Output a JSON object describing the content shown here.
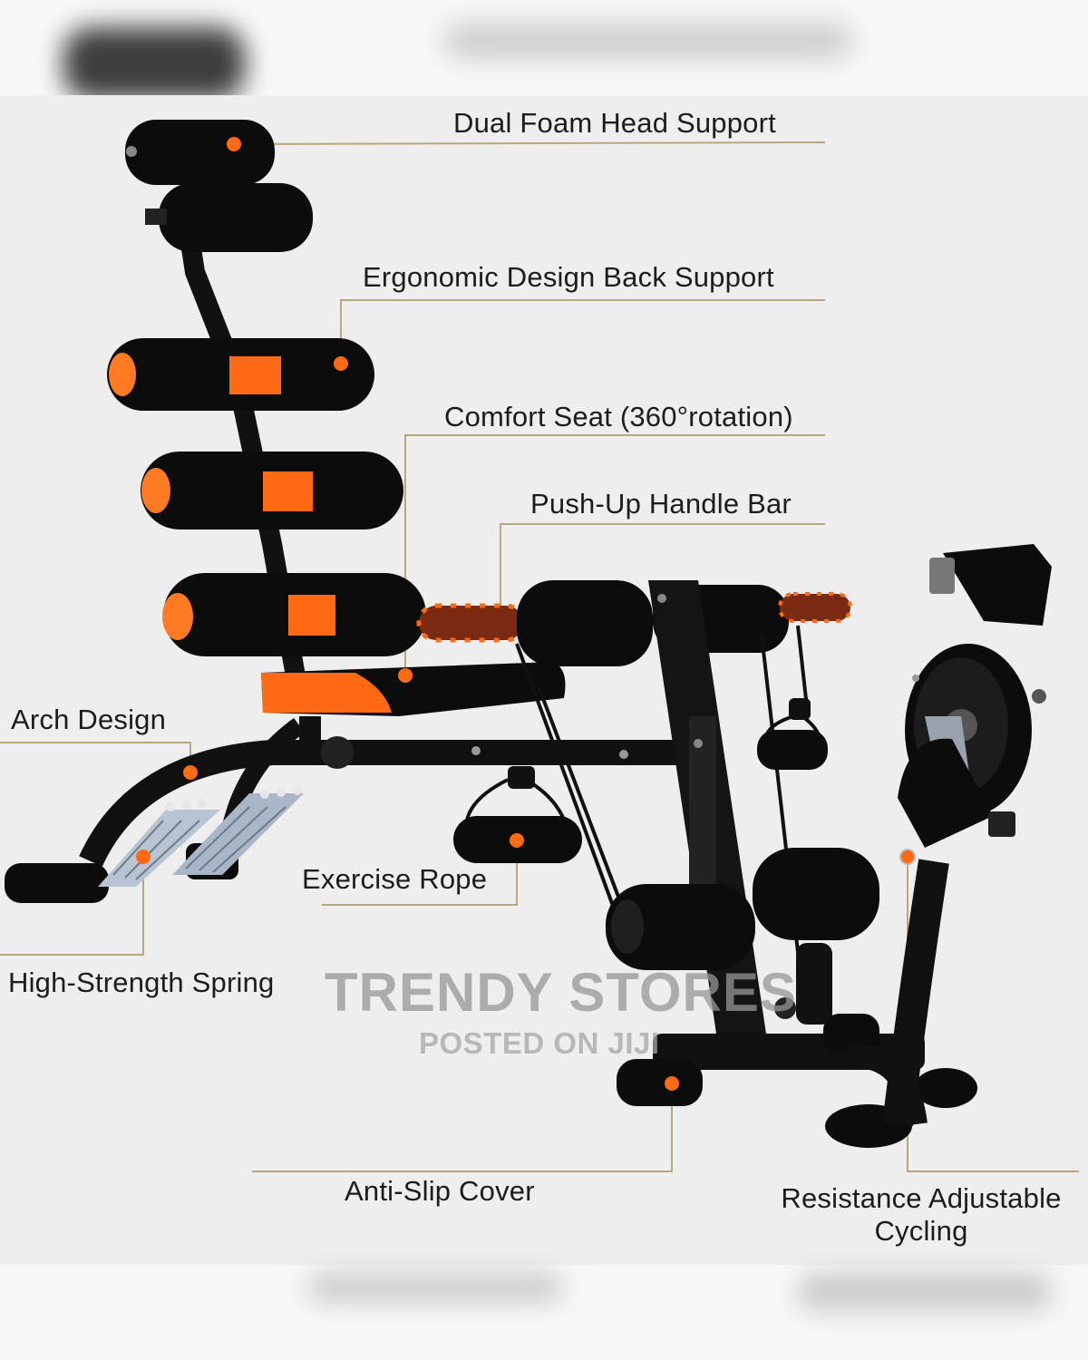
{
  "colors": {
    "background": "#eeeeee",
    "frame": "#111111",
    "foam": "#0c0c0c",
    "accent_orange": "#ff6a13",
    "leader_line": "#b8a67e",
    "spring_silver": "#b9c4d2",
    "watermark": "#9a9a9a"
  },
  "callouts": [
    {
      "id": "head-support",
      "text": "Dual Foam Head Support"
    },
    {
      "id": "back-support",
      "text": "Ergonomic Design Back Support"
    },
    {
      "id": "comfort-seat",
      "text": "Comfort Seat (360°rotation)"
    },
    {
      "id": "push-up-bar",
      "text": "Push-Up Handle Bar"
    },
    {
      "id": "arch-design",
      "text": "Arch Design"
    },
    {
      "id": "exercise-rope",
      "text": "Exercise Rope"
    },
    {
      "id": "spring",
      "text": "High-Strength Spring"
    },
    {
      "id": "anti-slip",
      "text": "Anti-Slip Cover"
    },
    {
      "id": "cycling",
      "text": "Resistance Adjustable\nCycling"
    }
  ],
  "watermark": {
    "store": "TRENDY STORES",
    "posted": "POSTED ON JIJI"
  }
}
